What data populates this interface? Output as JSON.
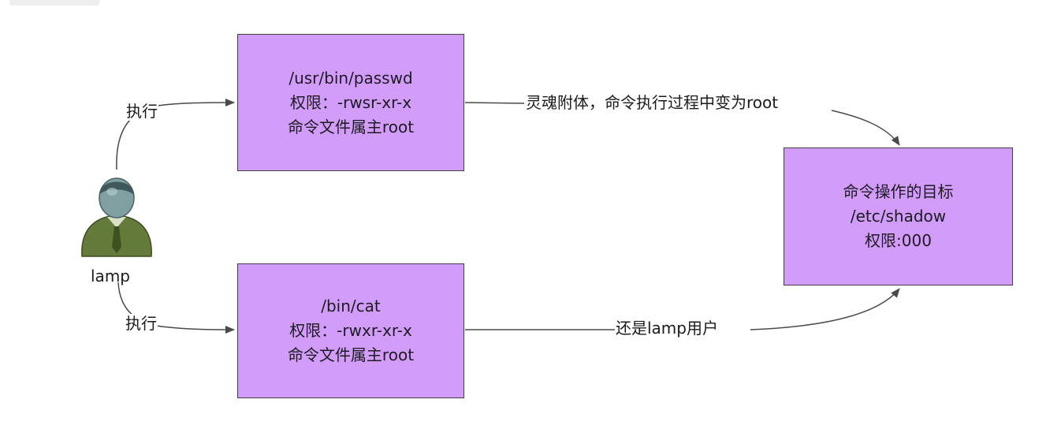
{
  "boxes": {
    "passwd": {
      "line1": "/usr/bin/passwd",
      "line2": "权限：-rwsr-xr-x",
      "line3": "命令文件属主root"
    },
    "cat": {
      "line1": "/bin/cat",
      "line2": "权限：-rwxr-xr-x",
      "line3": "命令文件属主root"
    },
    "target": {
      "line1": "命令操作的目标",
      "line2": "/etc/shadow",
      "line3": "权限:000"
    }
  },
  "user": {
    "name": "lamp",
    "icon": "user-icon"
  },
  "arrows": {
    "exec_top": "执行",
    "exec_bottom": "执行",
    "passwd_to_target": "灵魂附体，命令执行过程中变为root",
    "cat_to_target": "还是lamp用户"
  },
  "colors": {
    "box_fill": "#d29cfb",
    "box_border": "#3f3f48",
    "arrow": "#4a4a4a",
    "user_body": "#647a3a",
    "user_head": "#7f9fa0"
  }
}
